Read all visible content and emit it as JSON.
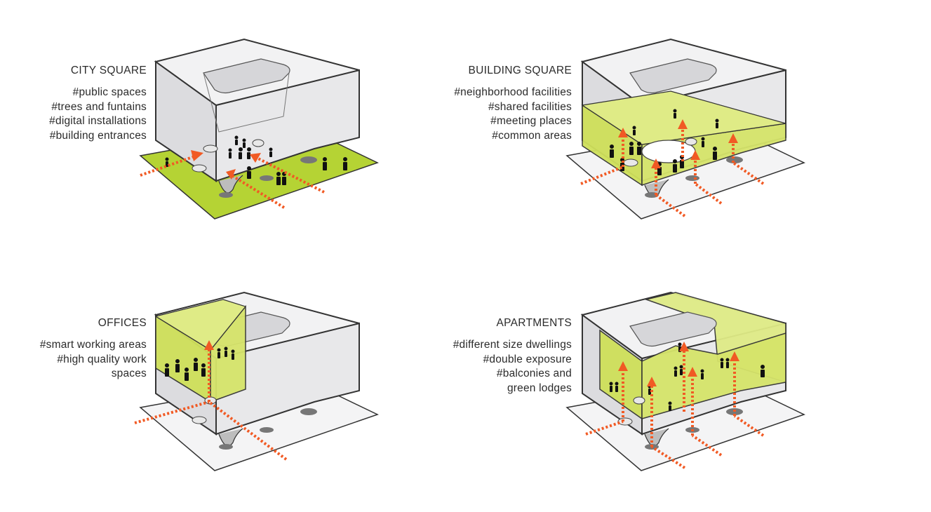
{
  "panels": [
    {
      "title": "CITY SQUARE",
      "tags": [
        "#public spaces",
        "#trees and funtains",
        "#digital installations",
        "#building entrances"
      ]
    },
    {
      "title": "BUILDING SQUARE",
      "tags": [
        "#neighborhood facilities",
        "#shared facilities",
        "#meeting places",
        "#common areas"
      ]
    },
    {
      "title": "OFFICES",
      "tags": [
        "#smart working areas",
        "#high quality work",
        "spaces"
      ]
    },
    {
      "title": "APARTMENTS",
      "tags": [
        "#different size dwellings",
        "#double exposure",
        "#balconies and",
        "green lodges"
      ]
    }
  ],
  "colors": {
    "highlight_green": "#cfe05a",
    "ground_green": "#b5d334",
    "arrow_orange": "#f15a24",
    "building_gray": "#e6e6e8",
    "outline": "#333333",
    "text": "#2b2b2b"
  }
}
